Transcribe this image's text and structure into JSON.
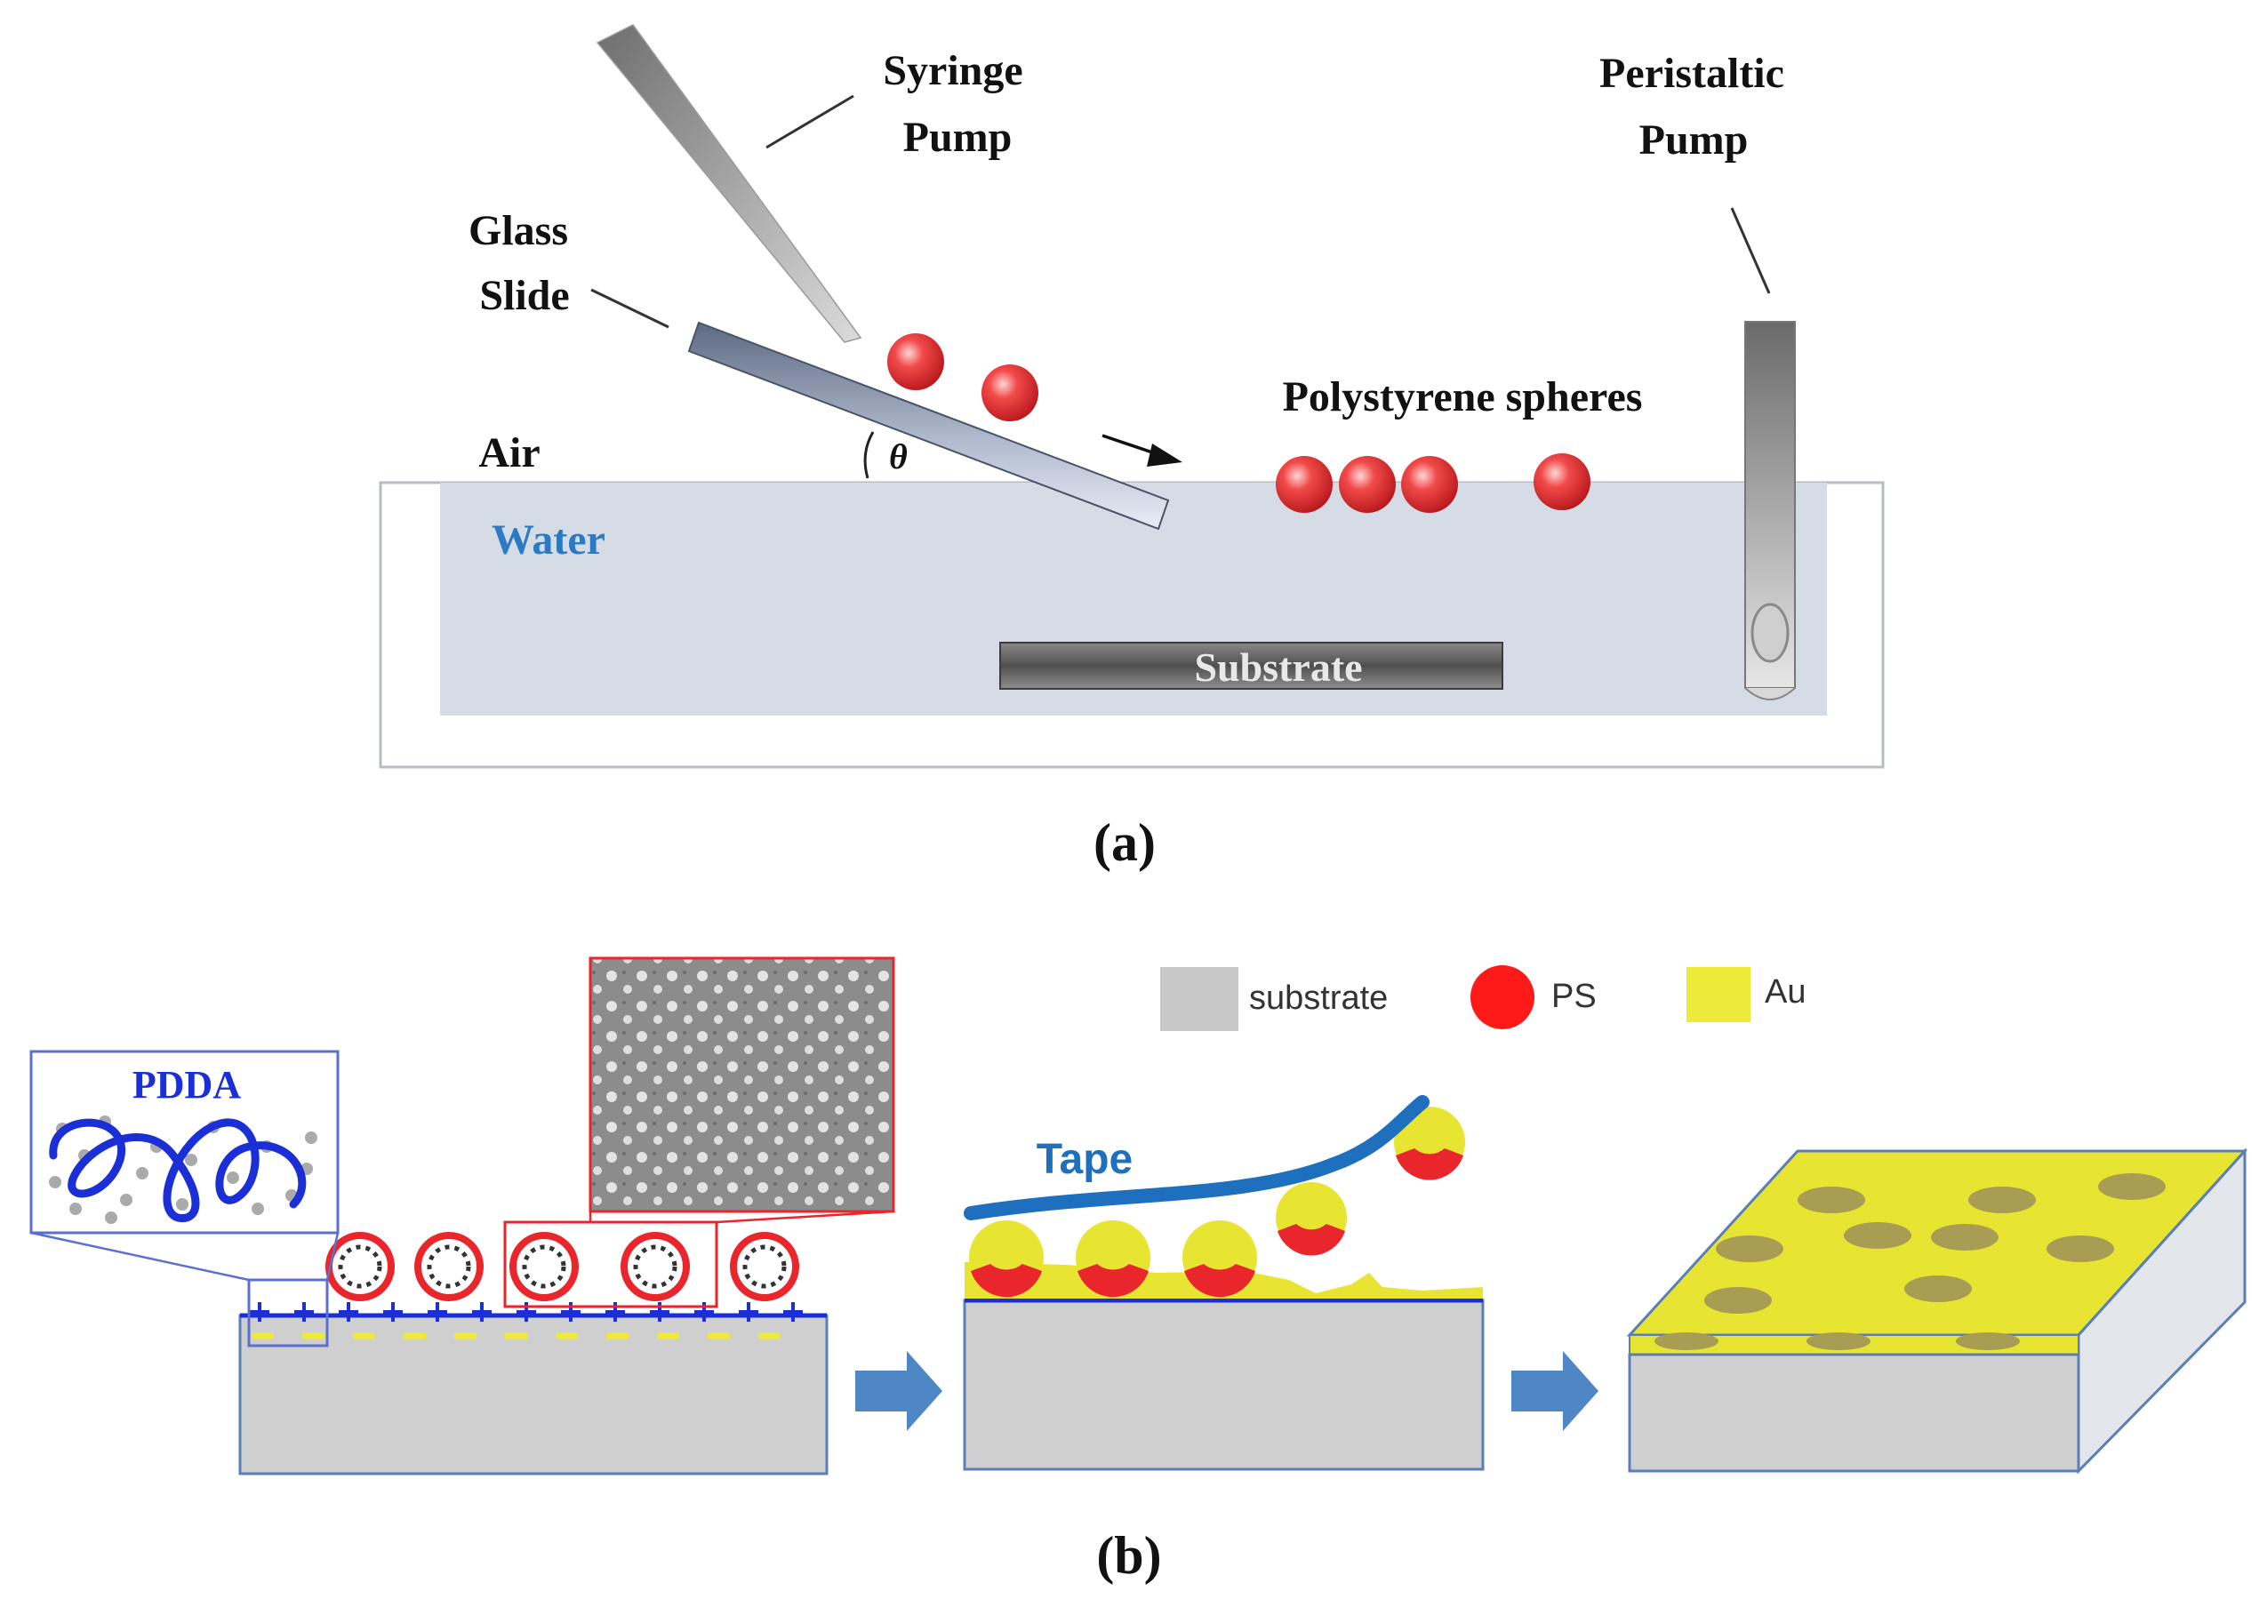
{
  "panel_a": {
    "caption": "(a)",
    "labels": {
      "syringe_line1": "Syringe",
      "syringe_line2": "Pump",
      "glass_line1": "Glass",
      "glass_line2": "Slide",
      "peristaltic_line1": "Peristaltic",
      "peristaltic_line2": "Pump",
      "spheres": "Polystyrene spheres",
      "air": "Air",
      "water": "Water",
      "theta": "θ",
      "substrate": "Substrate"
    }
  },
  "panel_b": {
    "caption": "(b)",
    "labels": {
      "pdda": "PDDA",
      "tape": "Tape"
    },
    "legend": [
      {
        "label": "substrate",
        "color": "#c8c8c8",
        "shape": "square"
      },
      {
        "label": "PS",
        "color": "#ff1a1a",
        "shape": "circle"
      },
      {
        "label": "Au",
        "color": "#eeea3a",
        "shape": "square"
      }
    ]
  },
  "colors": {
    "water": "#d6dce6",
    "sphere_red": "#e8262b",
    "au_yellow": "#e8e432",
    "pdda_blue": "#1a2fd6",
    "tape_blue": "#1f6fbf",
    "process_arrow": "#4f86c6",
    "water_text": "#2a7bc4"
  }
}
